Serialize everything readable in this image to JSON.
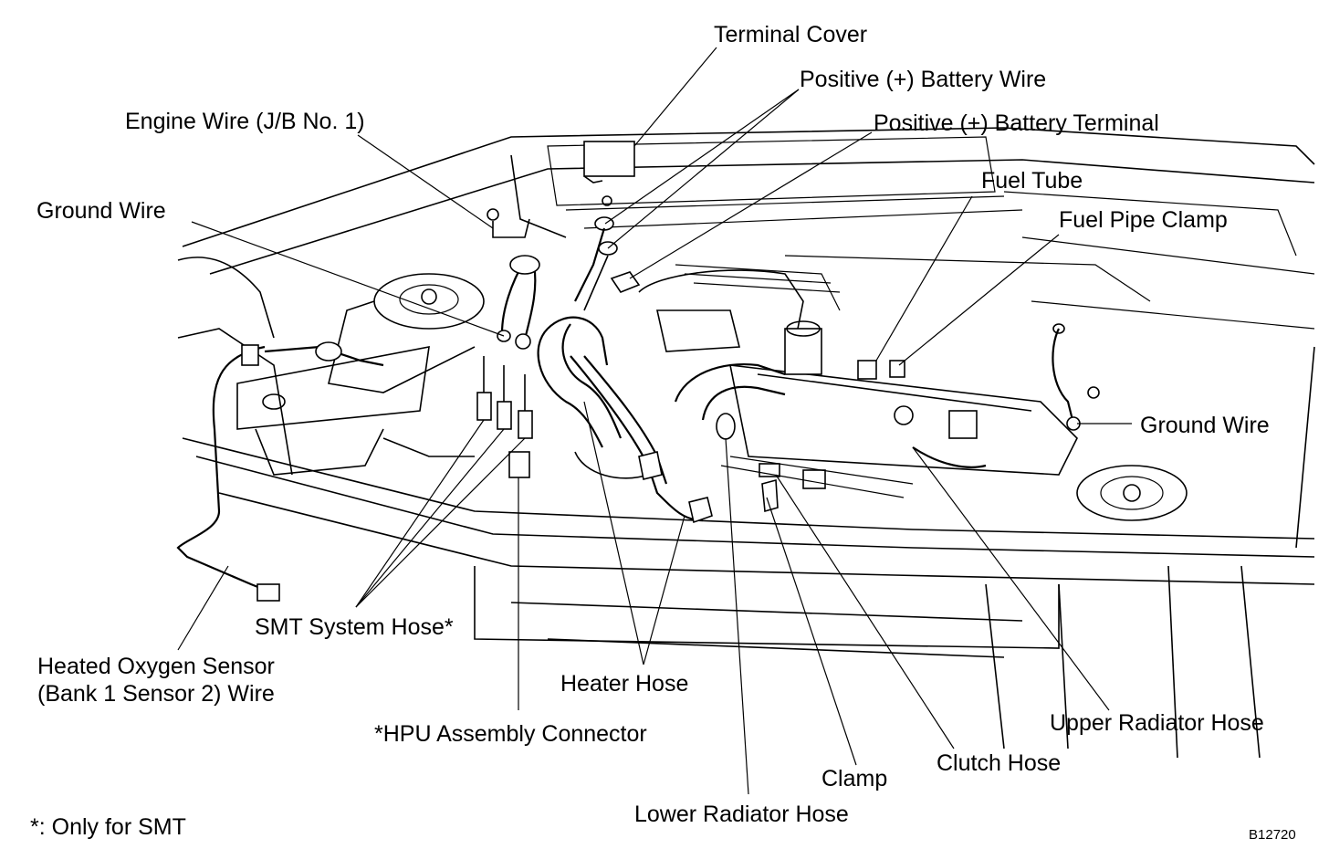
{
  "labels": {
    "terminal_cover": "Terminal Cover",
    "positive_battery_wire": "Positive (+) Battery Wire",
    "engine_wire": "Engine Wire (J/B No. 1)",
    "positive_battery_terminal": "Positive (+) Battery Terminal",
    "fuel_tube": "Fuel Tube",
    "ground_wire_left": "Ground Wire",
    "fuel_pipe_clamp": "Fuel Pipe Clamp",
    "ground_wire_right": "Ground Wire",
    "smt_system_hose": "SMT System Hose*",
    "heated_oxygen_sensor_line1": "Heated Oxygen Sensor",
    "heated_oxygen_sensor_line2": "(Bank 1 Sensor 2) Wire",
    "heater_hose": "Heater Hose",
    "upper_radiator_hose": "Upper Radiator Hose",
    "hpu_assembly_connector": "*HPU Assembly Connector",
    "clutch_hose": "Clutch Hose",
    "clamp": "Clamp",
    "lower_radiator_hose": "Lower Radiator Hose",
    "footnote": "*: Only for SMT",
    "figure_code": "B12720"
  }
}
